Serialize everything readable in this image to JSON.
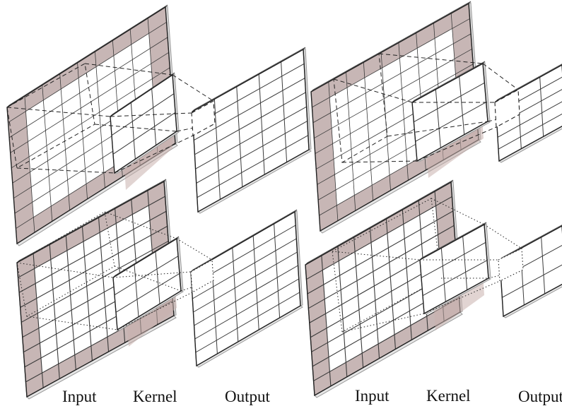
{
  "labels": {
    "input": "Input",
    "kernel": "Kernel",
    "output": "Output"
  },
  "panels": [
    {
      "id": "top-left",
      "input_cells": 7,
      "padding": 1,
      "kernel_cells": 3,
      "output_rows": 7,
      "output_cols": 5,
      "guide_style": "dashed",
      "thick_input_grid": false
    },
    {
      "id": "top-right",
      "input_cells": 7,
      "padding": 1,
      "kernel_cells": 3,
      "output_rows": 5,
      "output_cols": 3,
      "guide_style": "dashed",
      "thick_input_grid": false
    },
    {
      "id": "bottom-left",
      "input_cells": 7,
      "padding": 1,
      "kernel_cells": 3,
      "output_rows": 7,
      "output_cols": 5,
      "guide_style": "dotted",
      "thick_input_grid": true
    },
    {
      "id": "bottom-right",
      "input_cells": 7,
      "padding": 1,
      "kernel_cells": 3,
      "output_rows": 3,
      "output_cols": 3,
      "guide_style": "dotted",
      "thick_input_grid": true
    }
  ],
  "colors": {
    "padding": "#c7b6b5",
    "grid": "#3a3a3a",
    "edge": "#9a9a9a",
    "kernel_shadow": "#c9b0ad"
  }
}
